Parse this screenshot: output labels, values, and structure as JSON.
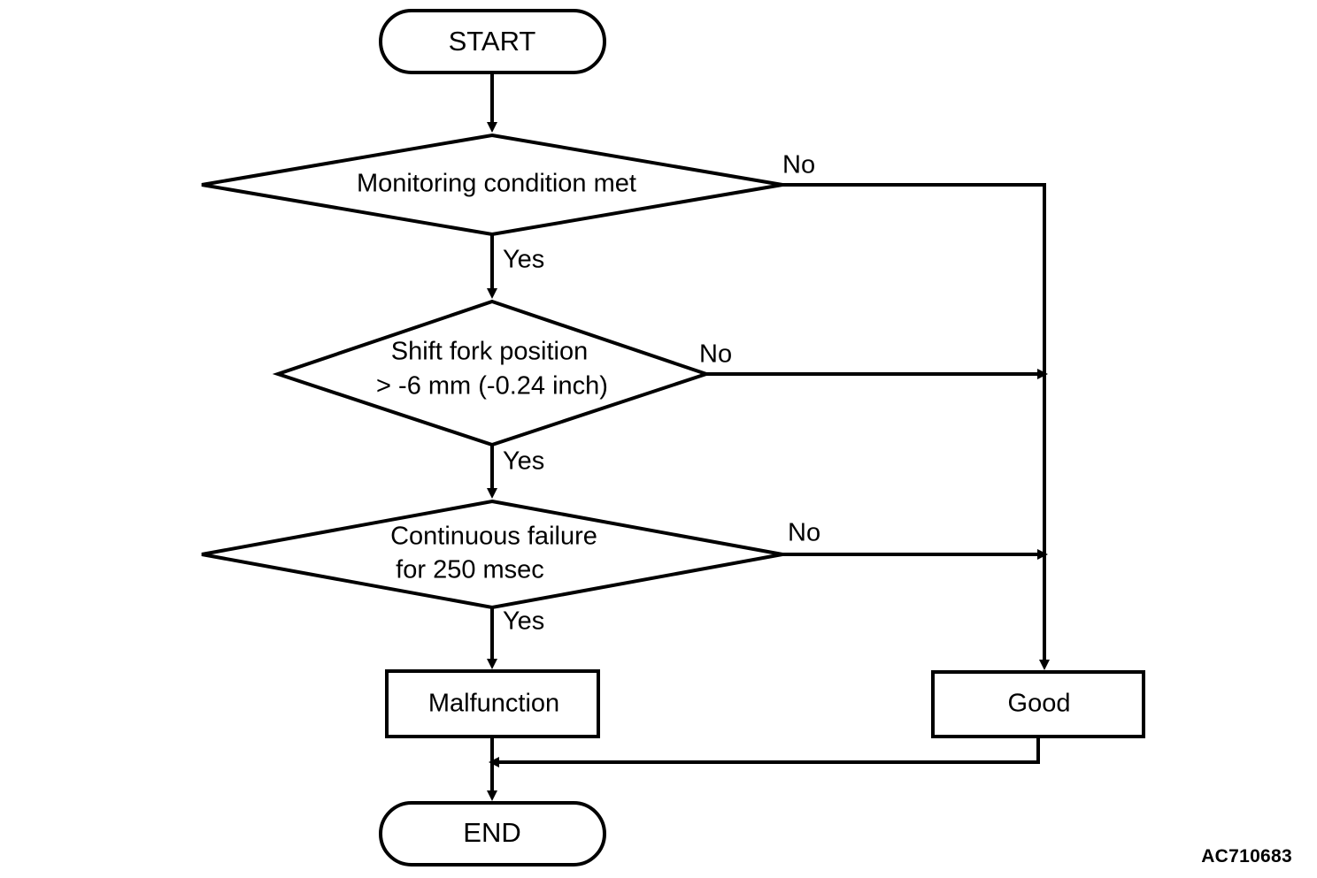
{
  "figure": {
    "code": "AC710683",
    "type": "flowchart",
    "background_color": "#ffffff",
    "line_color": "#000000",
    "text_color": "#000000"
  },
  "nodes": {
    "start": {
      "label": "START",
      "shape": "terminator"
    },
    "decision_monitoring": {
      "label": "Monitoring condition met",
      "shape": "decision"
    },
    "decision_shift_fork": {
      "line1": "Shift fork position",
      "line2": "> -6 mm (-0.24 inch)",
      "shape": "decision"
    },
    "decision_continuous": {
      "line1": "Continuous failure",
      "line2": "for 250 msec",
      "shape": "decision"
    },
    "malfunction": {
      "label": "Malfunction",
      "shape": "process"
    },
    "good": {
      "label": "Good",
      "shape": "process"
    },
    "end": {
      "label": "END",
      "shape": "terminator"
    }
  },
  "edge_labels": {
    "monitoring_no": "No",
    "monitoring_yes": "Yes",
    "shift_fork_no": "No",
    "shift_fork_yes": "Yes",
    "continuous_no": "No",
    "continuous_yes": "Yes"
  }
}
